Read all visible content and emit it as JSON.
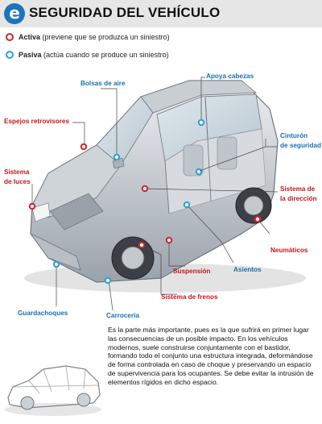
{
  "header": {
    "logo_icon": "e-letter-icon",
    "logo_letter": "e",
    "title": "SEGURIDAD DEL VEHÍCULO",
    "accent_color": "#1e74b8",
    "background": "#e6e6e6"
  },
  "legend": {
    "active": {
      "label": "Activa",
      "note": "(previene que se produzca un siniestro)",
      "color": "#d6202a"
    },
    "passive": {
      "label": "Pasiva",
      "note": "(actúa cuando se produce un siniestro)",
      "color": "#2a9fd6"
    }
  },
  "labels": {
    "bolsas_aire": "Bolsas de aire",
    "apoya_cabezas": "Apoya cabezas",
    "espejos": "Espejos retrovisores",
    "cinturon_1": "Cinturón",
    "cinturon_2": "de seguridad",
    "luces_1": "Sistema",
    "luces_2": "de luces",
    "direccion_1": "Sistema de",
    "direccion_2": "la dirección",
    "neumaticos": "Neumáticos",
    "suspension": "Suspensión",
    "asientos": "Asientos",
    "frenos": "Sistema de frenos",
    "guardachoques": "Guardachoques",
    "carroceria": "Carrocería"
  },
  "description": "Es la parte más importante, pues es la que sufrirá en primer lugar las consecuencias de un posible impacto. En los vehículos modernos, suele construirse conjuntamente con el bastidor, formando todo el conjunto una estructura integrada, deformándose de forma controlada en caso de choque y preservando un espacio de supervivencia para los ocupantes. Se debe evitar la intrusión de elementos rígidos en dicho espacio."
}
